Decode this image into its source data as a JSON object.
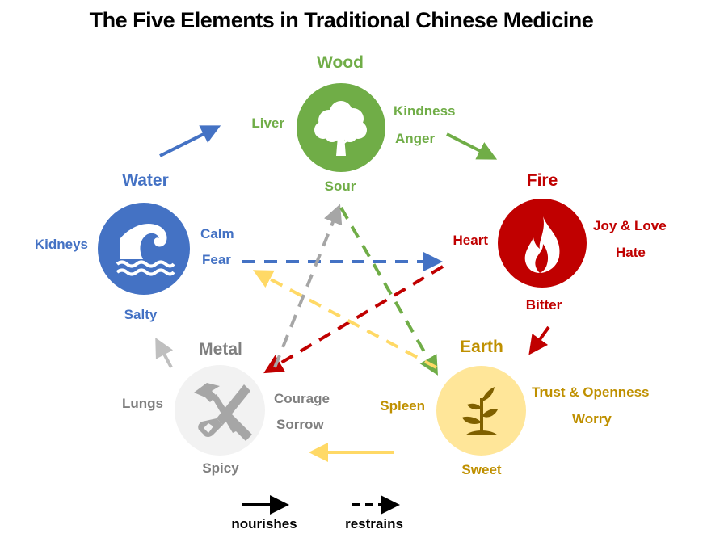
{
  "title": "The Five Elements in Traditional Chinese Medicine",
  "colors": {
    "wood": "#70ad47",
    "fire": "#c00000",
    "earth_text": "#bf9000",
    "earth_circle": "#ffe699",
    "earth_icon": "#7f6000",
    "earth_arrow": "#ffd966",
    "metal_text": "#7f7f7f",
    "metal_circle": "#f2f2f2",
    "metal_icon": "#a6a6a6",
    "metal_arrow": "#bfbfbf",
    "water": "#4472c4"
  },
  "elements": {
    "wood": {
      "name": "Wood",
      "organ": "Liver",
      "emotion_positive": "Kindness",
      "emotion_negative": "Anger",
      "taste": "Sour",
      "icon": "tree-icon"
    },
    "fire": {
      "name": "Fire",
      "organ": "Heart",
      "emotion_positive": "Joy & Love",
      "emotion_negative": "Hate",
      "taste": "Bitter",
      "icon": "flame-icon"
    },
    "earth": {
      "name": "Earth",
      "organ": "Spleen",
      "emotion_positive": "Trust & Openness",
      "emotion_negative": "Worry",
      "taste": "Sweet",
      "icon": "sprout-icon"
    },
    "metal": {
      "name": "Metal",
      "organ": "Lungs",
      "emotion_positive": "Courage",
      "emotion_negative": "Sorrow",
      "taste": "Spicy",
      "icon": "tools-icon"
    },
    "water": {
      "name": "Water",
      "organ": "Kidneys",
      "emotion_positive": "Calm",
      "emotion_negative": "Fear",
      "taste": "Salty",
      "icon": "wave-icon"
    }
  },
  "relations": {
    "nourishes": [
      {
        "from": "Water",
        "to": "Wood"
      },
      {
        "from": "Wood",
        "to": "Fire"
      },
      {
        "from": "Fire",
        "to": "Earth"
      },
      {
        "from": "Earth",
        "to": "Metal"
      },
      {
        "from": "Metal",
        "to": "Water"
      }
    ],
    "restrains": [
      {
        "from": "Water",
        "to": "Fire"
      },
      {
        "from": "Fire",
        "to": "Metal"
      },
      {
        "from": "Metal",
        "to": "Wood"
      },
      {
        "from": "Wood",
        "to": "Earth"
      },
      {
        "from": "Earth",
        "to": "Water"
      }
    ]
  },
  "legend": {
    "nourishes": "nourishes",
    "restrains": "restrains"
  }
}
